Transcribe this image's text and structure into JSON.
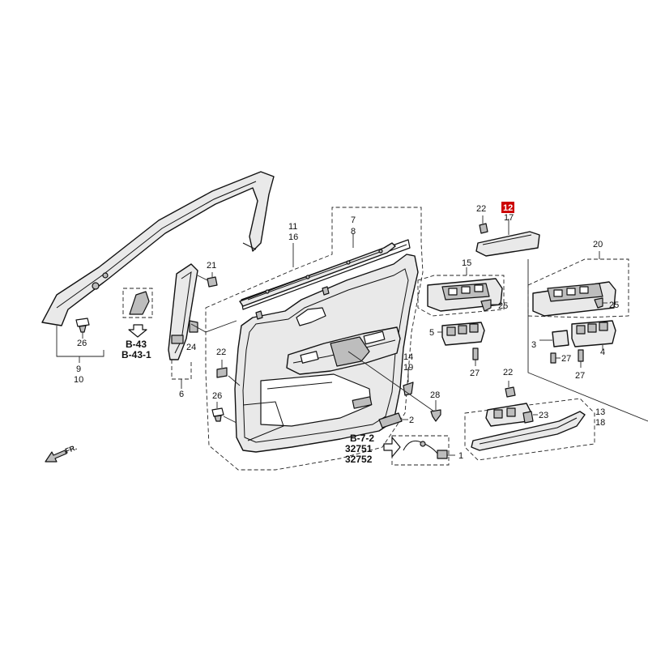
{
  "labels": {
    "p1": "1",
    "p2": "2",
    "p3": "3",
    "p4": "4",
    "p5": "5",
    "p6": "6",
    "p7": "7",
    "p8": "8",
    "p9": "9",
    "p10": "10",
    "p11": "11",
    "p12": "12",
    "p13": "13",
    "p14": "14",
    "p15": "15",
    "p16": "16",
    "p17": "17",
    "p18": "18",
    "p19": "19",
    "p20": "20",
    "p21": "21",
    "p22a": "22",
    "p22b": "22",
    "p22c": "22",
    "p23": "23",
    "p24": "24",
    "p25a": "25",
    "p25b": "25",
    "p26a": "26",
    "p26b": "26",
    "p27a": "27",
    "p27b": "27",
    "p27c": "27",
    "p28": "28"
  },
  "refs": {
    "b43": "B-43",
    "b431": "B-43-1",
    "b72": "B-7-2",
    "r32751": "32751",
    "r32752": "32752"
  },
  "direction": "FR.",
  "highlight_color": "#cc0000"
}
